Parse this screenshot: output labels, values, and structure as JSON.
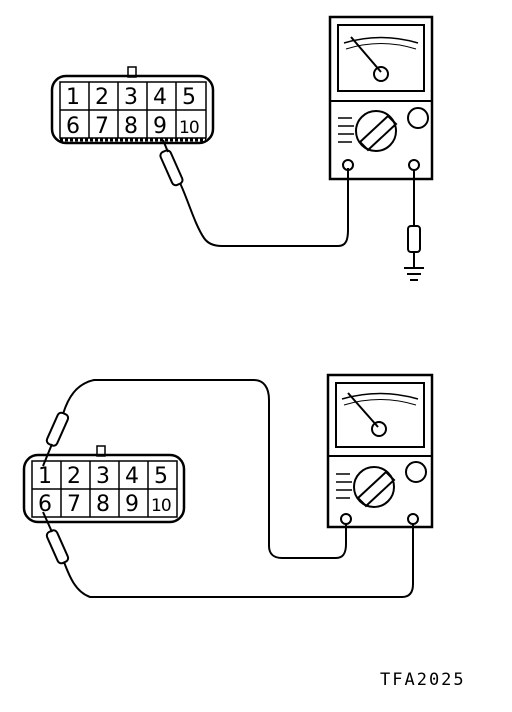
{
  "figure_id": "TFA2025",
  "connector_top": {
    "pins_row1": [
      "1",
      "2",
      "3",
      "4",
      "5"
    ],
    "pins_row2": [
      "6",
      "7",
      "8",
      "9",
      "10"
    ]
  },
  "connector_bottom": {
    "pins_row1": [
      "1",
      "2",
      "3",
      "4",
      "5"
    ],
    "pins_row2": [
      "6",
      "7",
      "8",
      "9",
      "10"
    ]
  }
}
